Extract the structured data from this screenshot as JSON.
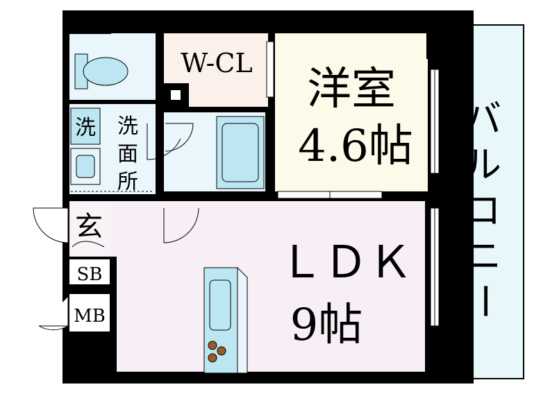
{
  "rooms": {
    "wcl": "W-CL",
    "western_name": "洋室",
    "western_size": "4.6帖",
    "washroom": [
      "洗",
      "面",
      "所"
    ],
    "washer": "洗",
    "entrance": "玄",
    "shoe_box": "SB",
    "meter_box": "MB",
    "ldk_name": "ＬＤＫ",
    "ldk_size": "9帖",
    "balcony": [
      "バ",
      "ル",
      "コ",
      "ニ",
      "ー"
    ]
  },
  "colors": {
    "wall": "#000000",
    "western": "#fcfbea",
    "wcl": "#fbf0ea",
    "ldk": "#f8eff6",
    "balcony": "#e8f7fa",
    "wet": "#e9f6fb",
    "fixture": "#bde6f3",
    "stove": "#9a5a2a"
  }
}
